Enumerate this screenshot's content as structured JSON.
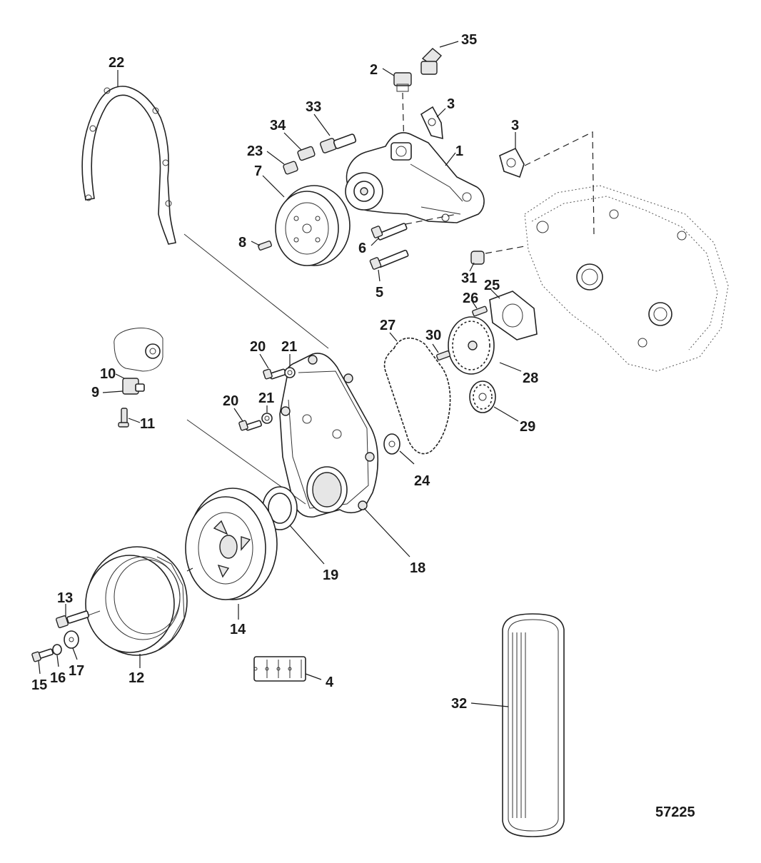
{
  "diagram": {
    "drawing_number": "57225",
    "callouts": [
      "1",
      "2",
      "3",
      "3",
      "4",
      "5",
      "6",
      "7",
      "8",
      "9",
      "10",
      "11",
      "12",
      "13",
      "14",
      "15",
      "16",
      "17",
      "18",
      "19",
      "20",
      "20",
      "21",
      "21",
      "22",
      "23",
      "24",
      "25",
      "26",
      "27",
      "28",
      "29",
      "30",
      "31",
      "32",
      "33",
      "34",
      "35"
    ]
  }
}
